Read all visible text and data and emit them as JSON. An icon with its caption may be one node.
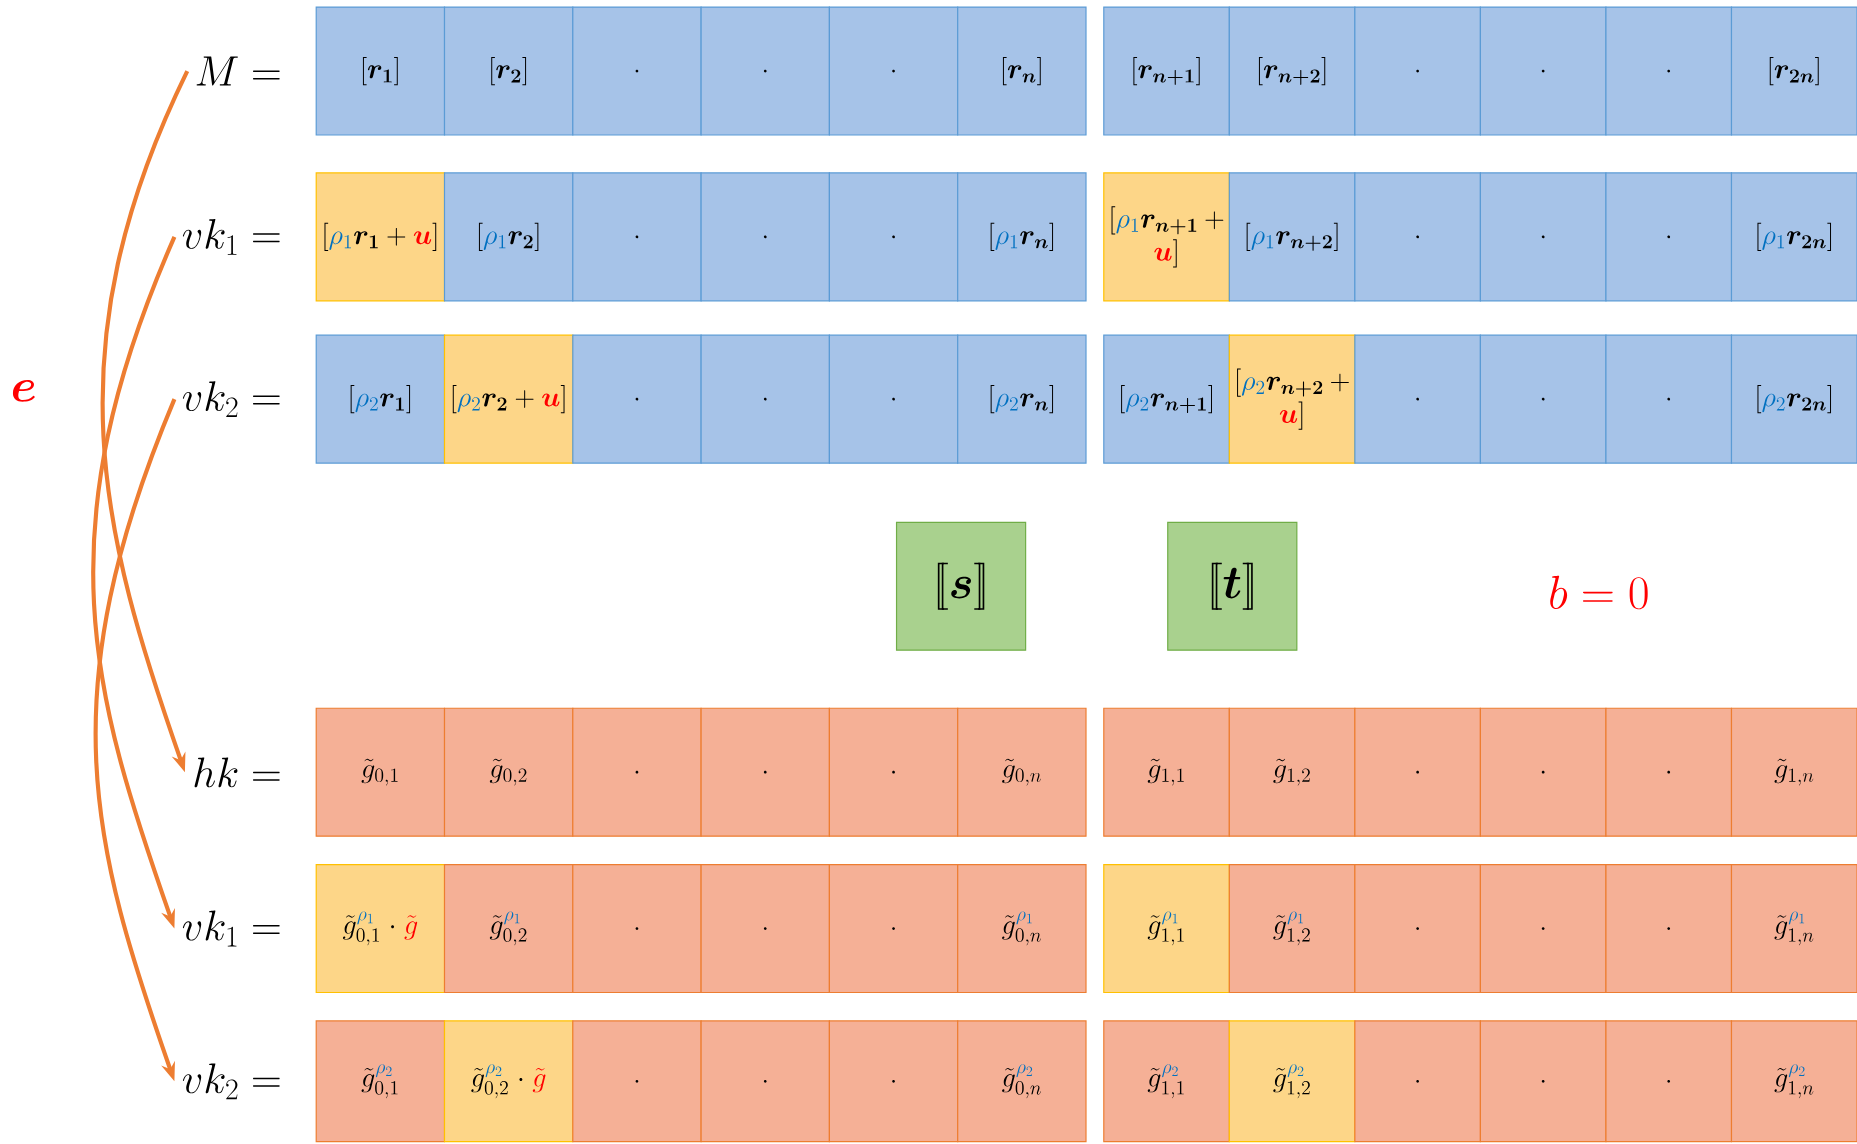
{
  "diagram": {
    "nodes": [
      {
        "text": [
          "M ="
        ]
      },
      {
        "text": [
          "[\\boldsymbol{r_{1}}]"
        ]
      },
      {
        "text": [
          "[\\boldsymbol{r_{2}}]"
        ]
      },
      {
        "text": [
          "."
        ]
      },
      {
        "text": [
          "."
        ]
      },
      {
        "text": [
          "."
        ]
      },
      {
        "text": [
          "[\\boldsymbol{r_{n}}]"
        ]
      },
      {
        "text": [
          "[\\boldsymbol{r_{n+1}}]"
        ]
      },
      {
        "text": [
          "[\\boldsymbol{r_{n+2}}]"
        ]
      },
      {
        "text": [
          "."
        ]
      },
      {
        "text": [
          "."
        ]
      },
      {
        "text": [
          "."
        ]
      },
      {
        "text": [
          "[\\boldsymbol{r_{2n}}]"
        ]
      },
      {
        "text": [
          "vk_1 ="
        ]
      },
      {
        "text": [
          "[{\\color[HTML]{0070C0}\\rho_1}\\boldsymbol{r_{1}} + {\\color{red}\\boldsymbol{u}}]"
        ]
      },
      {
        "text": [
          "[{\\color[HTML]{0070C0}\\rho_1}\\boldsymbol{r_{2}}]"
        ]
      },
      {
        "text": [
          "."
        ]
      },
      {
        "text": [
          "."
        ]
      },
      {
        "text": [
          "."
        ]
      },
      {
        "text": [
          "[{\\color[HTML]{0070C0}\\rho_1}\\boldsymbol{r_{n}}]"
        ]
      },
      {
        "text": [
          "[{\\color[HTML]{0070C0}\\rho_1}\\boldsymbol{r_{n+1}} + {\\color{red}\\boldsymbol{u}}]"
        ]
      },
      {
        "text": [
          "[{\\color[HTML]{0070C0}\\rho_1}\\boldsymbol{r_{n+2}}]"
        ]
      },
      {
        "text": [
          "."
        ]
      },
      {
        "text": [
          "."
        ]
      },
      {
        "text": [
          "."
        ]
      },
      {
        "text": [
          "[{\\color[HTML]{0070C0}\\rho_1}\\boldsymbol{r_{2n}}]"
        ]
      },
      {
        "text": [
          "vk_2 ="
        ]
      },
      {
        "text": [
          "[{\\color[HTML]{0070C0}\\rho_2}\\boldsymbol{r_{1}}]"
        ]
      },
      {
        "text": [
          "[{\\color[HTML]{0070C0}\\rho_2}\\boldsymbol{r_{2}} + {\\color{red}\\boldsymbol{u}}]"
        ]
      },
      {
        "text": [
          "."
        ]
      },
      {
        "text": [
          "."
        ]
      },
      {
        "text": [
          "."
        ]
      },
      {
        "text": [
          "[{\\color[HTML]{0070C0}\\rho_2}\\boldsymbol{r_{n}}]"
        ]
      },
      {
        "text": [
          "[{\\color[HTML]{0070C0}\\rho_2}\\boldsymbol{r_{n+1}}]"
        ]
      },
      {
        "text": [
          "[{\\color[HTML]{0070C0}\\rho_2}\\boldsymbol{r_{n+2}} + {\\color{red}\\boldsymbol{u}}]"
        ]
      },
      {
        "text": [
          "."
        ]
      },
      {
        "text": [
          "."
        ]
      },
      {
        "text": [
          "."
        ]
      },
      {
        "text": [
          "[{\\color[HTML]{0070C0}\\rho_2}\\boldsymbol{r_{2n}}]"
        ]
      },
      {
        "text": [
          "[\\![\\boldsymbol{s}]\\!]"
        ]
      },
      {
        "text": [
          "[\\![\\boldsymbol{t}]\\!]"
        ]
      },
      {
        "text": [
          "hk ="
        ]
      },
      {
        "text": [
          "\\tilde{g}_{0,1}"
        ]
      },
      {
        "text": [
          "\\tilde{g}_{0,2}"
        ]
      },
      {
        "text": [
          "."
        ]
      },
      {
        "text": [
          "."
        ]
      },
      {
        "text": [
          "."
        ]
      },
      {
        "text": [
          "\\tilde{g}_{0,n}"
        ]
      },
      {
        "text": [
          "\\tilde{g}_{1,1}"
        ]
      },
      {
        "text": [
          "\\tilde{g}_{1,2}"
        ]
      },
      {
        "text": [
          "."
        ]
      },
      {
        "text": [
          "."
        ]
      },
      {
        "text": [
          "."
        ]
      },
      {
        "text": [
          "\\tilde{g}_{1,n}"
        ]
      },
      {
        "text": [
          "vk_1 ="
        ]
      },
      {
        "text": [
          "\\tilde{g}_{0,1}^{{\\color[HTML]{0070C0}\\rho_1}} \\cdot {\\color{red}\\tilde{g}}"
        ]
      },
      {
        "text": [
          "\\tilde{g}_{0,2}^{{\\color[HTML]{0070C0}\\rho_1}}"
        ]
      },
      {
        "text": [
          "."
        ]
      },
      {
        "text": [
          "."
        ]
      },
      {
        "text": [
          "."
        ]
      },
      {
        "text": [
          "\\tilde{g}_{0,n}^{{\\color[HTML]{0070C0}\\rho_1}}"
        ]
      },
      {
        "text": [
          "\\tilde{g}_{1,1}^{{\\color[HTML]{0070C0}\\rho_1}}"
        ]
      },
      {
        "text": [
          "\\tilde{g}_{1,2}^{{\\color[HTML]{0070C0}\\rho_1}}"
        ]
      },
      {
        "text": [
          "."
        ]
      },
      {
        "text": [
          "."
        ]
      },
      {
        "text": [
          "."
        ]
      },
      {
        "text": [
          "\\tilde{g}_{1,n}^{{\\color[HTML]{0070C0}\\rho_1}}"
        ]
      },
      {
        "text": [
          "vk_2 ="
        ]
      },
      {
        "text": [
          "\\tilde{g}_{0,1}^{{\\color[HTML]{0070C0}\\rho_2}}"
        ]
      },
      {
        "text": [
          "\\tilde{g}_{0,2}^{{\\color[HTML]{0070C0}\\rho_2}} \\cdot {\\color{red}\\tilde{g}}"
        ]
      },
      {
        "text": [
          "."
        ]
      },
      {
        "text": [
          "."
        ]
      },
      {
        "text": [
          "."
        ]
      },
      {
        "text": [
          "\\tilde{g}_{0,n}^{{\\color[HTML]{0070C0}\\rho_2}}"
        ]
      },
      {
        "text": [
          "\\tilde{g}_{1,1}^{{\\color[HTML]{0070C0}\\rho_2}}"
        ]
      },
      {
        "text": [
          "\\tilde{g}_{1,2}^{{\\color[HTML]{0070C0}\\rho_2}}"
        ]
      },
      {
        "text": [
          "."
        ]
      },
      {
        "text": [
          "."
        ]
      },
      {
        "text": [
          "."
        ]
      },
      {
        "text": [
          "\\tilde{g}_{1,n}^{{\\color[HTML]{0070C0}\\rho_2}}"
        ]
      }
    ],
    "edges": [
      {
        "from": 0,
        "to": 41,
        "arrow": "to"
      },
      {
        "from": 13,
        "to": 54,
        "arrow": "to"
      },
      {
        "from": 26,
        "to": 67,
        "arrow": "to"
      }
    ],
    "labels": [
      "\\boldsymbol{e}",
      "b = 0"
    ]
  }
}
